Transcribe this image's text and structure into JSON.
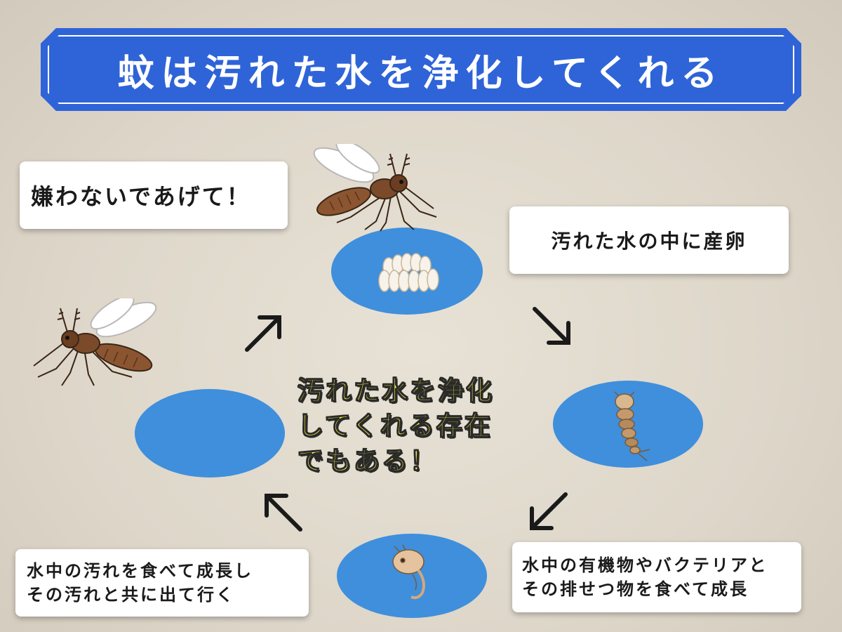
{
  "title": "蚊は汚れた水を浄化してくれる",
  "notes": {
    "dont_hate": "嫌わないであげて！",
    "lay_eggs": "汚れた水の中に産卵",
    "eat_grow_line1": "水中の汚れを食べて成長し",
    "eat_grow_line2": "その汚れと共に出て行く",
    "organics_line1": "水中の有機物やバクテリアと",
    "organics_line2": "その排せつ物を食べて成長"
  },
  "center": {
    "line1": "汚れた水を浄化",
    "line2": "してくれる存在",
    "line3": "でもある！"
  },
  "colors": {
    "title_bg": "#2f64d8",
    "pond": "#3f8fdc",
    "highlight_text": "#f6f03a",
    "mosquito_body": "#7a4a2a"
  },
  "icons": [
    "mosquito-icon",
    "egg-cluster-icon",
    "larva-icon",
    "pupa-icon",
    "arrow-icon"
  ]
}
